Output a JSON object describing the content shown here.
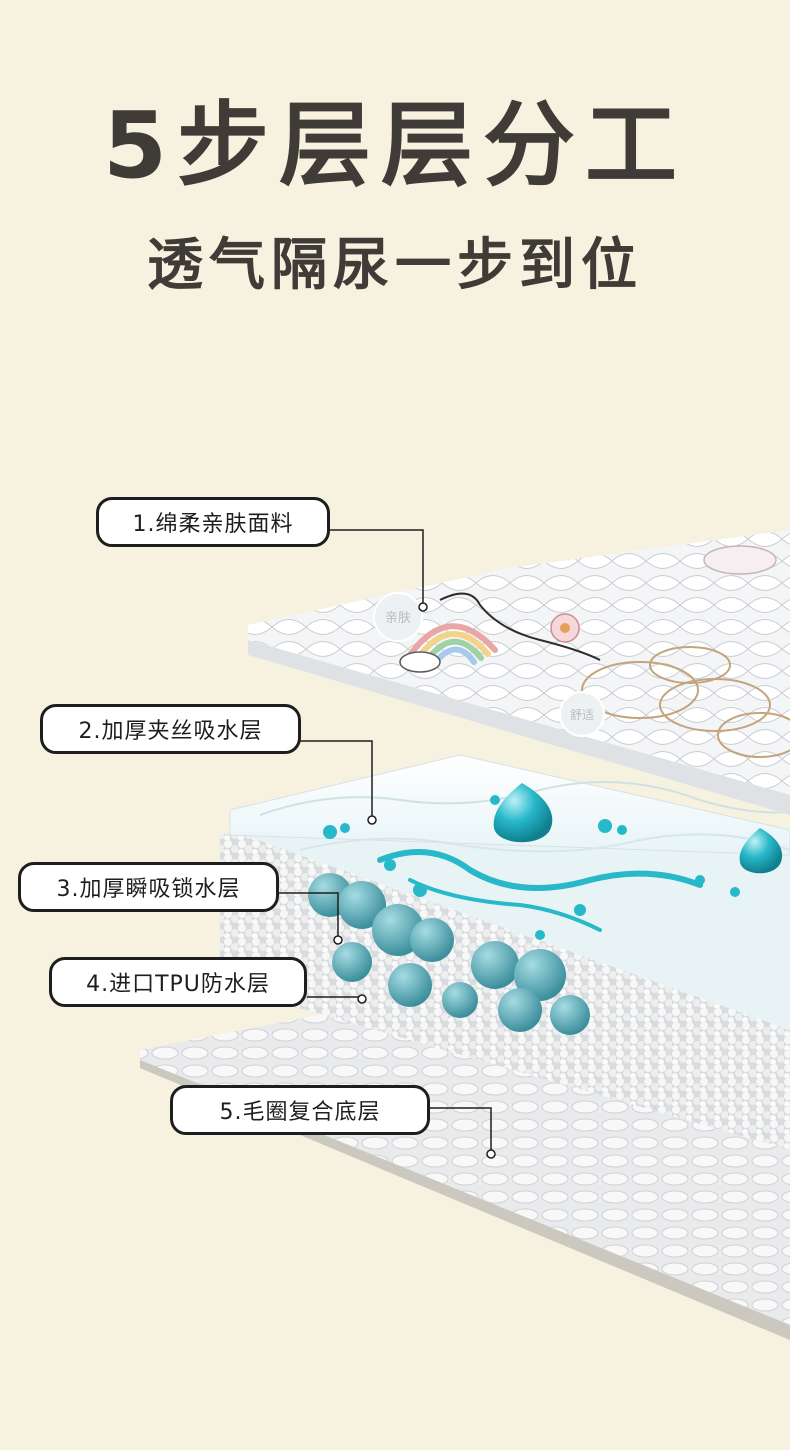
{
  "header": {
    "title": "5步层层分工",
    "subtitle": "透气隔尿一步到位"
  },
  "layers": [
    {
      "label": "1.绵柔亲肤面料"
    },
    {
      "label": "2.加厚夹丝吸水层"
    },
    {
      "label": "3.加厚瞬吸锁水层"
    },
    {
      "label": "4.进口TPU防水层"
    },
    {
      "label": "5.毛圈复合底层"
    }
  ],
  "embossed_marks": {
    "mark_1": "亲肤",
    "mark_2": "舒适"
  },
  "colors": {
    "background": "#f7f1e0",
    "text": "#3f3b36",
    "water": "#27b8c9"
  }
}
